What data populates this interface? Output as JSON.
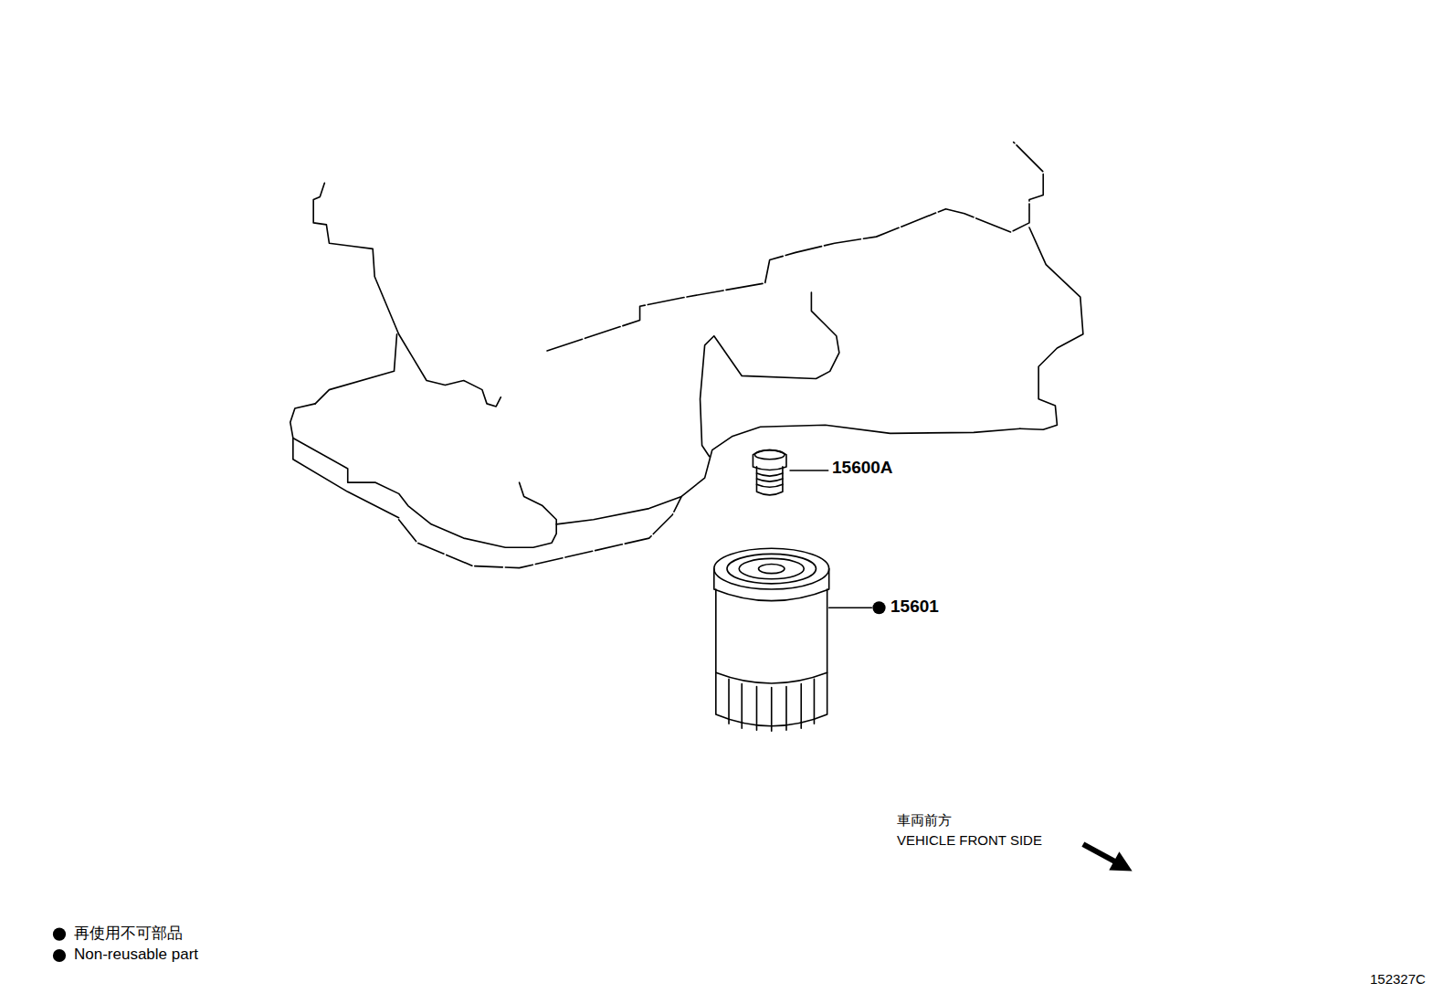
{
  "diagram": {
    "labels": [
      "15600A",
      "15601",
      "車両前方",
      "VEHICLE FRONT SIDE",
      "152327C"
    ],
    "legend": [
      {
        "text": "再使用不可部品"
      },
      {
        "text": "Non-reusable part"
      }
    ]
  }
}
